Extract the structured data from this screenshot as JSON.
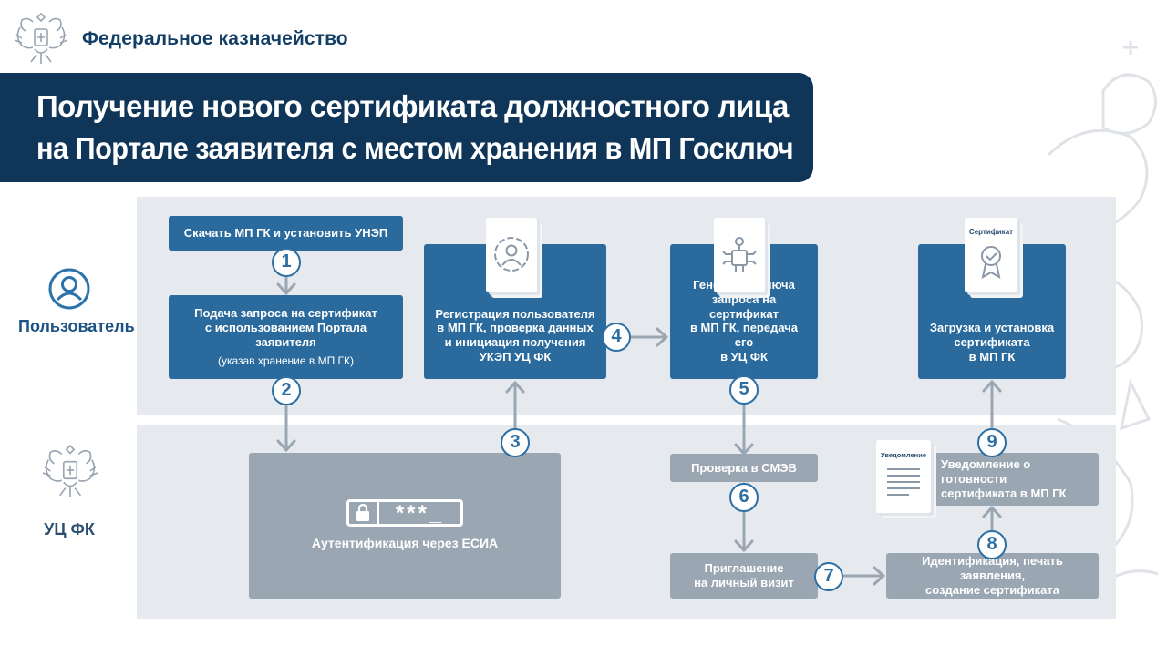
{
  "header": {
    "org_name": "Федеральное казначейство",
    "title_line1": "Получение нового сертификата должностного лица",
    "title_line2": "на Портале заявителя с местом хранения в МП Госключ"
  },
  "lanes": {
    "user_label": "Пользователь",
    "ucfk_label": "УЦ ФК"
  },
  "steps": {
    "download_install": "Скачать МП ГК и установить УНЭП",
    "request_line1": "Подача запроса на сертификат",
    "request_line2": "с использованием Портала",
    "request_line3": "заявителя",
    "request_note": "(указав хранение в МП ГК)",
    "register_line1": "Регистрация пользователя",
    "register_line2": "в МП ГК, проверка данных",
    "register_line3": "и инициация получения",
    "register_line4": "УКЭП УЦ ФК",
    "keygen_line1": "Генерация ключа",
    "keygen_line2": "запроса на сертификат",
    "keygen_line3": "в МП ГК, передача его",
    "keygen_line4": "в УЦ ФК",
    "load_line1": "Загрузка и установка",
    "load_line2": "сертификата",
    "load_line3": "в МП ГК",
    "auth_esia": "Аутентификация через ЕСИА",
    "password_mask": "***_",
    "smev_check": "Проверка в СМЭВ",
    "invite_line1": "Приглашение",
    "invite_line2": "на личный визит",
    "ident_line1": "Идентификация, печать заявления,",
    "ident_line2": "создание сертификата",
    "notify_line1": "Уведомление о готовности",
    "notify_line2": "сертификата в МП ГК"
  },
  "cards": {
    "certificate_label": "Сертификат",
    "notification_label": "Уведомление"
  },
  "numbers": [
    "1",
    "2",
    "3",
    "4",
    "5",
    "6",
    "7",
    "8",
    "9"
  ],
  "icons": {
    "user": "user-circle-icon",
    "person_card": "person-icon",
    "chip": "chip-icon",
    "certificate_badge": "badge-check-icon",
    "lock": "lock-icon",
    "emblem": "coat-of-arms-icon",
    "document_lines": "document-lines-icon"
  },
  "colors": {
    "title_bg": "#0f3659",
    "box_blue": "#2a6a9d",
    "box_grey": "#9aa6b2",
    "lane_bg": "#e6eaee",
    "accent": "#2d6fa2",
    "arrow": "#9aa6b2"
  }
}
